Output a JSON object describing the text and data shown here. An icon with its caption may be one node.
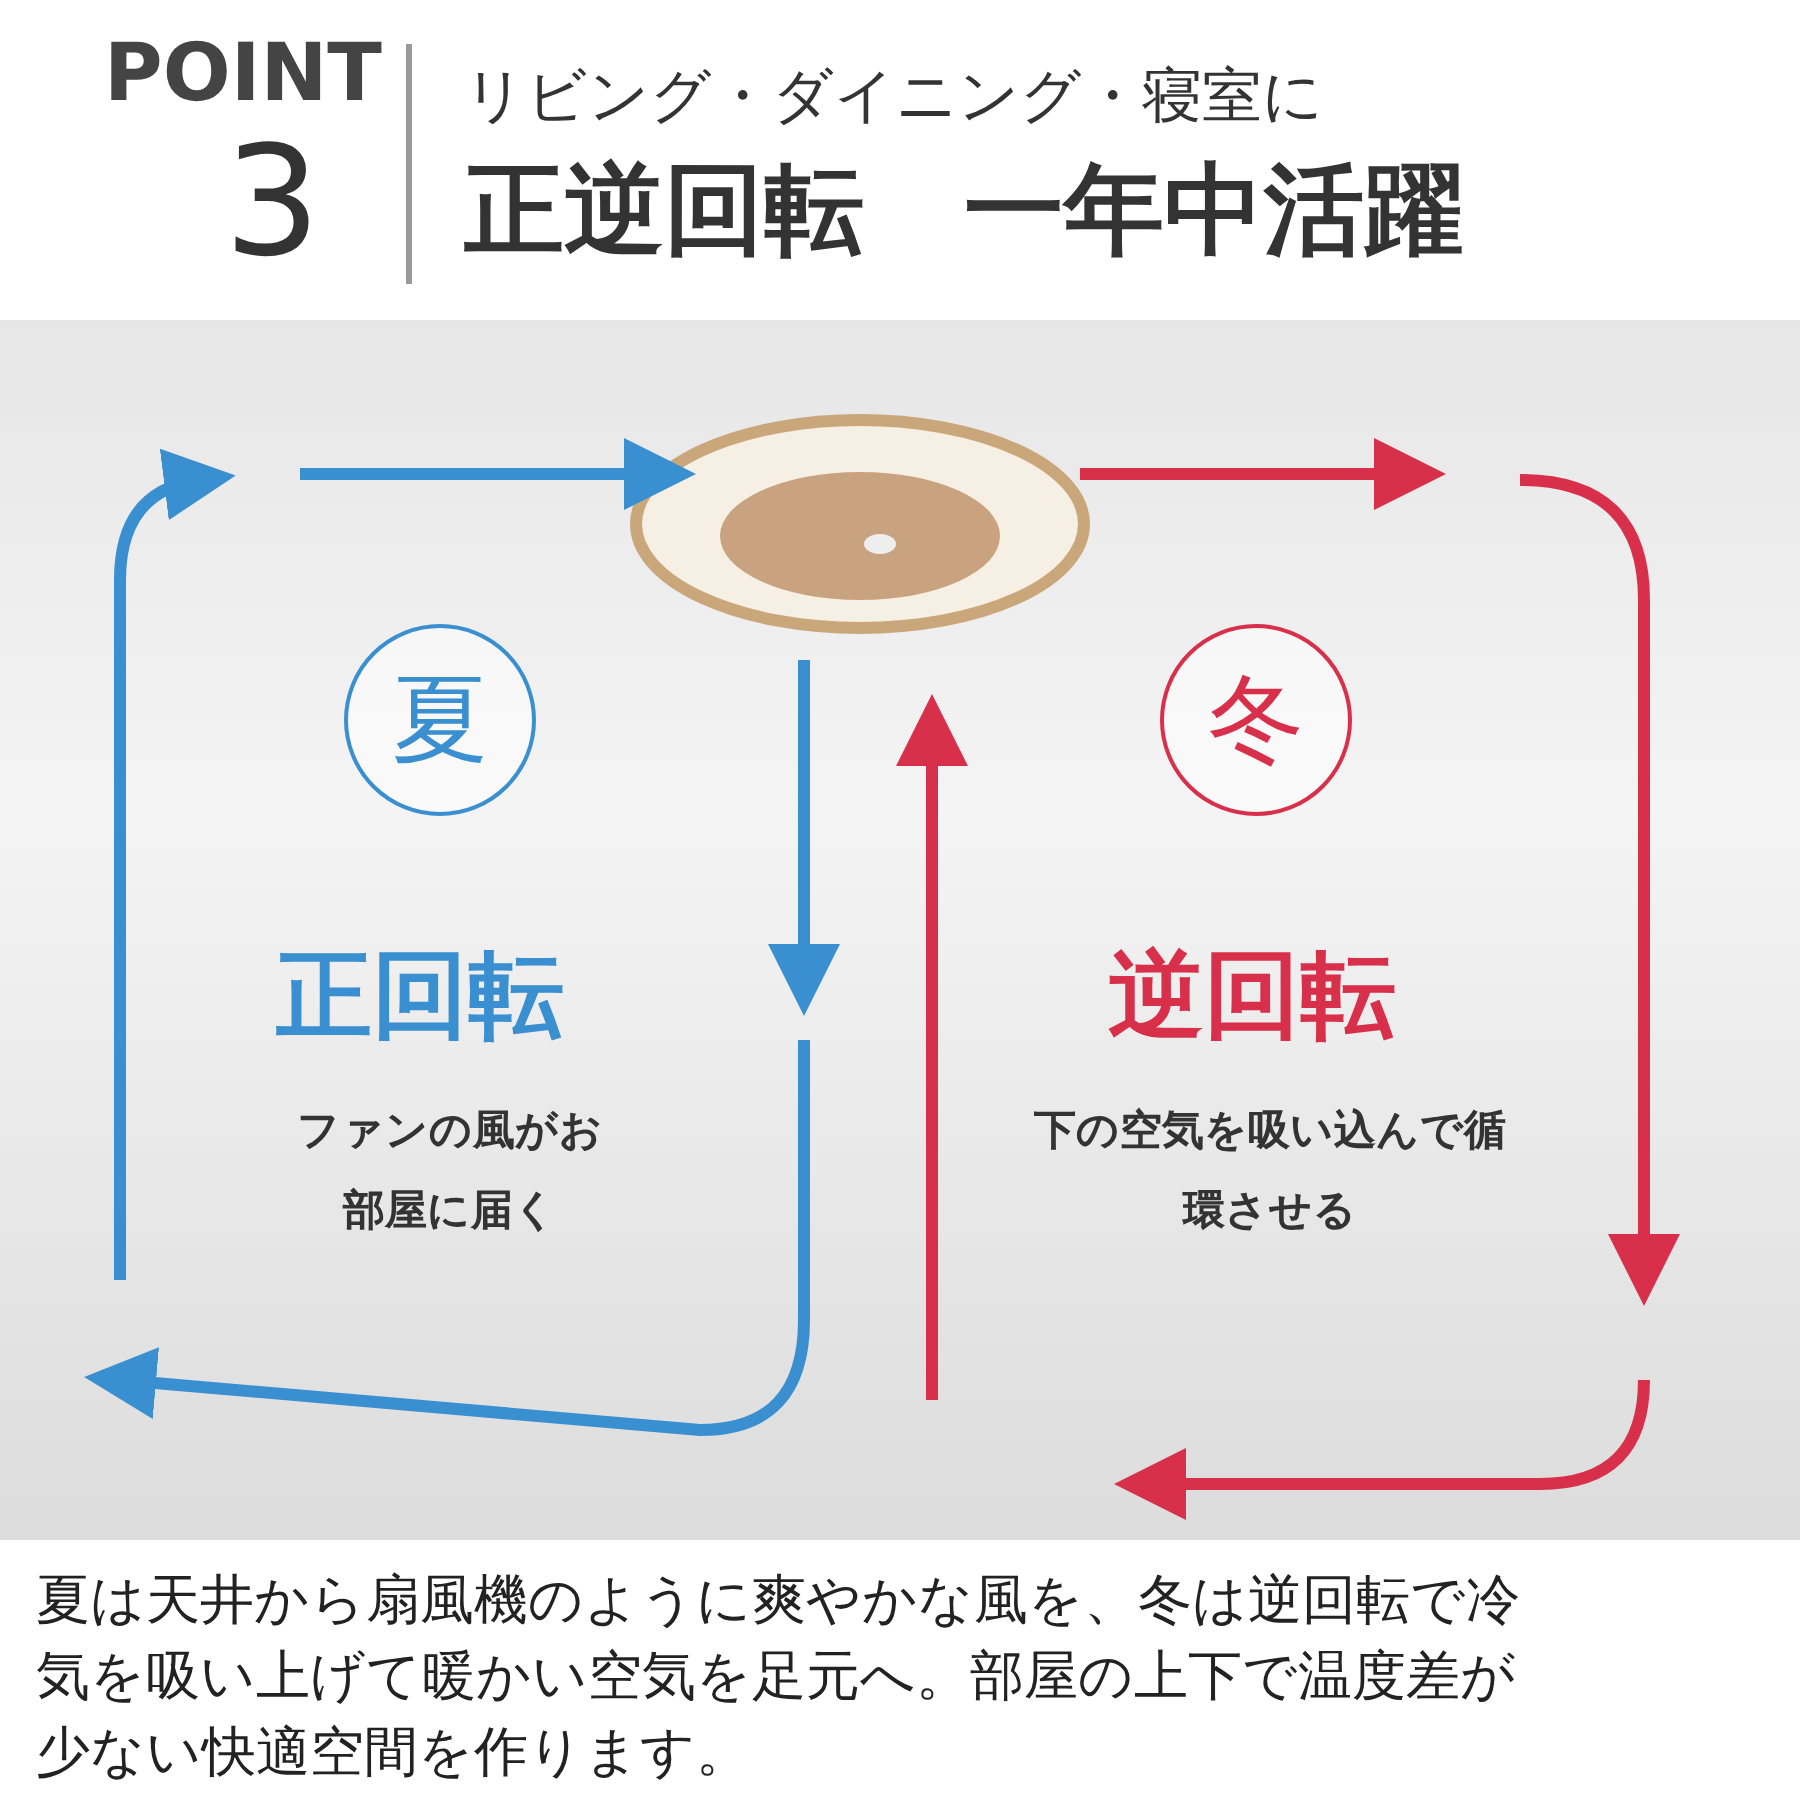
{
  "diagram": {
    "title": "正逆回転　一年中活躍",
    "nodes": [
      {
        "text": [
          "夏"
        ]
      },
      {
        "text": [
          "冬"
        ]
      }
    ],
    "labels": [
      "POINT",
      "3",
      "リビング・ダイニング・寝室に",
      "正回転",
      "ファンの風がお部屋に届く",
      "逆回転",
      "下の空気を吸い込んで循環させる",
      "夏は天井から扇風機のように爽やかな風を、冬は逆回転で冷気を吸い上げて暖かい空気を足元へ。部屋の上下で温度差が少ない快適空間を作ります。"
    ]
  }
}
